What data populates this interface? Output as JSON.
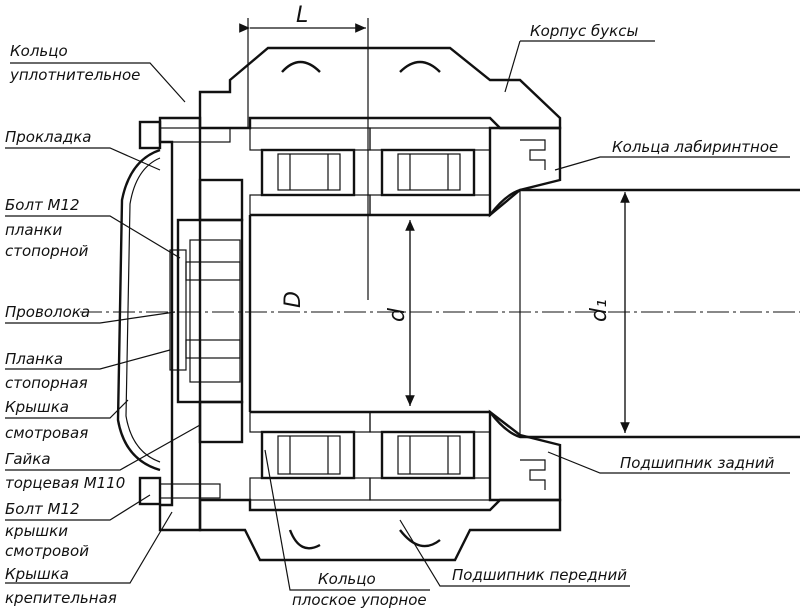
{
  "labels": {
    "kolco_upl_1": "Кольцо",
    "kolco_upl_2": "уплотнительное",
    "prokladka": "Прокладка",
    "bolt1_1": "Болт М12",
    "bolt1_2": "планки",
    "bolt1_3": "стопорной",
    "provoloka": "Проволока",
    "planka_1": "Планка",
    "planka_2": "стопорная",
    "kryshka_sm_1": "Крышка",
    "kryshka_sm_2": "смотровая",
    "gaika_1": "Гайка",
    "gaika_2": "торцевая М110",
    "bolt2_1": "Болт М12",
    "bolt2_2": "крышки",
    "bolt2_3": "смотровой",
    "kryshka_kr_1": "Крышка",
    "kryshka_kr_2": "крепительная",
    "korpus": "Корпус буксы",
    "kolca_lab": "Кольца лабиринтное",
    "podsh_zad": "Подшипник задний",
    "podsh_per": "Подшипник передний",
    "kolco_pl_1": "Кольцо",
    "kolco_pl_2": "плоское упорное"
  },
  "dimensions": {
    "L": "L",
    "D": "D",
    "d": "d",
    "d1": "d₁"
  }
}
